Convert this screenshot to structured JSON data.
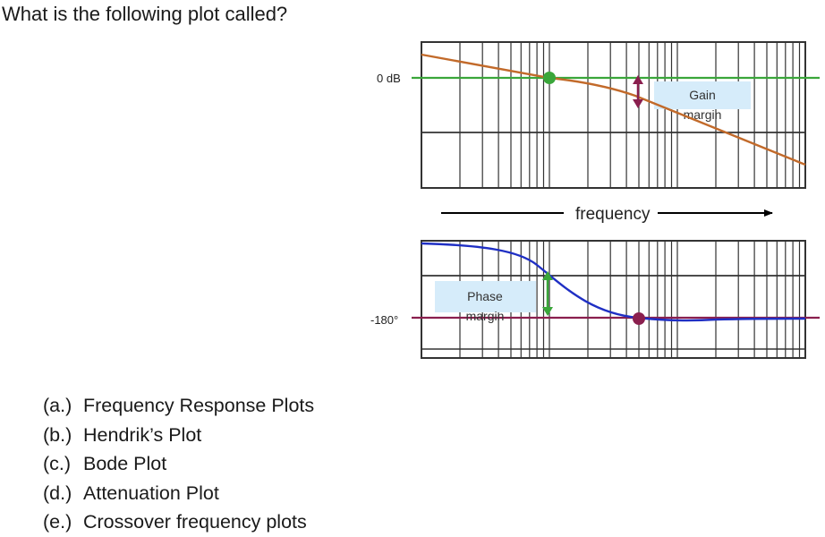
{
  "question": "What is the following plot called?",
  "figure": {
    "magnitude_axis_label": "0 dB",
    "phase_axis_label": "-180°",
    "frequency_label": "frequency",
    "gain_margin_label_line1": "Gain",
    "gain_margin_label_line2": "margin",
    "phase_margin_label_line1": "Phase",
    "phase_margin_label_line2": "margin",
    "colors": {
      "magnitude_curve": "#c26a2a",
      "zero_db_line": "#3aa63a",
      "phase_curve": "#1f2fc4",
      "minus180_line": "#8a1f4e",
      "gain_margin_arrow": "#8a1f4e",
      "phase_margin_arrow": "#3aa63a",
      "label_box": "#d6ecfa"
    }
  },
  "options": [
    {
      "letter": "(a.)",
      "text": "Frequency Response Plots"
    },
    {
      "letter": "(b.)",
      "text": "Hendrik’s Plot"
    },
    {
      "letter": "(c.)",
      "text": "Bode Plot"
    },
    {
      "letter": "(d.)",
      "text": "Attenuation Plot"
    },
    {
      "letter": "(e.)",
      "text": "Crossover frequency plots"
    }
  ]
}
